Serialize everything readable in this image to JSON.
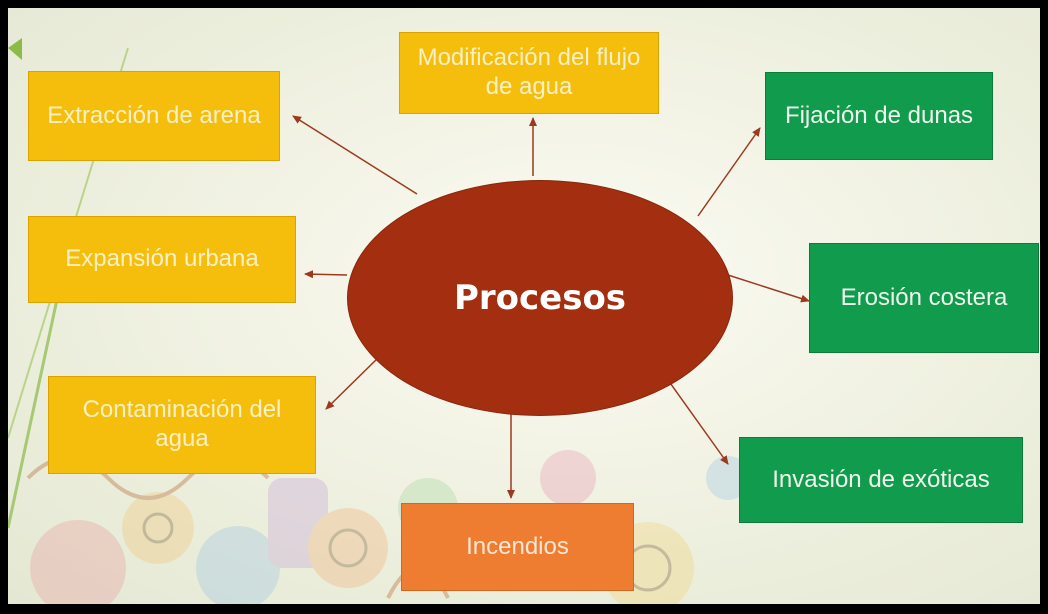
{
  "center": {
    "label": "Procesos"
  },
  "nodes": {
    "extraccion_arena": "Extracción de arena",
    "modificacion_flujo": "Modificación del flujo de agua",
    "fijacion_dunas": "Fijación de dunas",
    "expansion_urbana": "Expansión urbana",
    "erosion_costera": "Erosión costera",
    "contaminacion_agua": "Contaminación del agua",
    "invasion_exoticas": "Invasión de exóticas",
    "incendios": "Incendios"
  },
  "colors": {
    "center": "#a32f10",
    "yellow": "#f6be0c",
    "green": "#119b4c",
    "orange": "#ee7d31",
    "arrow": "#9b3a1e"
  }
}
